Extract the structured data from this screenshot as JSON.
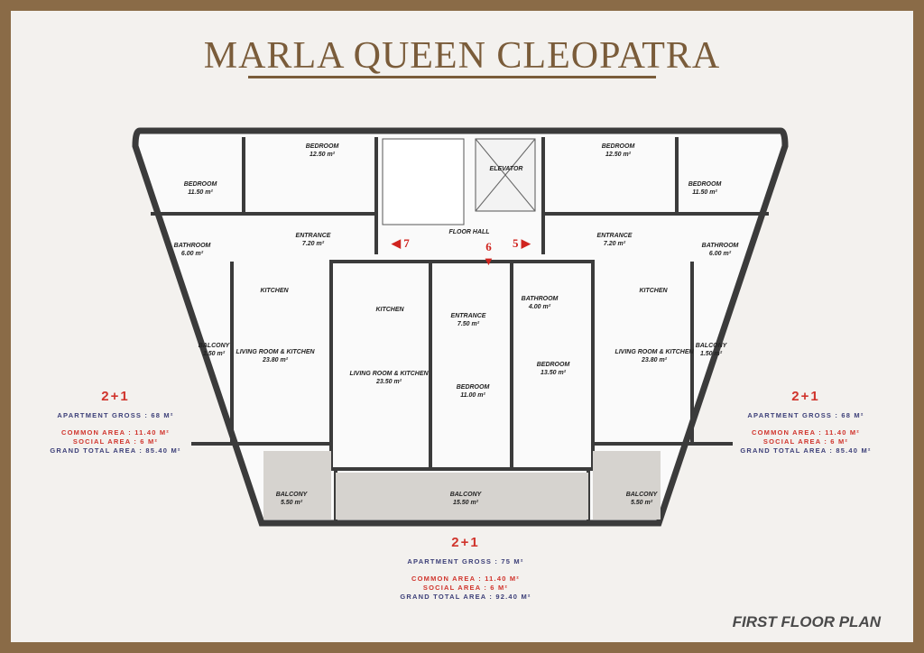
{
  "title": "MARLA QUEEN CLEOPATRA",
  "footer": "FIRST FLOOR PLAN",
  "rooms": {
    "l_bed1": {
      "name": "BEDROOM",
      "area": "11.50 m²"
    },
    "l_bed2": {
      "name": "BEDROOM",
      "area": "12.50 m²"
    },
    "l_ent": {
      "name": "ENTRANCE",
      "area": "7.20 m²"
    },
    "l_bath": {
      "name": "BATHROOM",
      "area": "6.00 m²"
    },
    "l_kit": {
      "name": "KITCHEN"
    },
    "l_liv": {
      "name": "LIVING ROOM & KITCHEN",
      "area": "23.80 m²"
    },
    "l_bal1": {
      "name": "BALCONY",
      "area": "1.50 m²"
    },
    "l_bal2": {
      "name": "BALCONY",
      "area": "5.50 m²"
    },
    "hall": {
      "name": "FLOOR HALL"
    },
    "elev": {
      "name": "ELEVATOR"
    },
    "m_kit": {
      "name": "KITCHEN"
    },
    "m_liv": {
      "name": "LIVING ROOM & KITCHEN",
      "area": "23.50 m²"
    },
    "m_ent": {
      "name": "ENTRANCE",
      "area": "7.50 m²"
    },
    "m_bath": {
      "name": "BATHROOM",
      "area": "4.00 m²"
    },
    "m_bed1": {
      "name": "BEDROOM",
      "area": "11.00 m²"
    },
    "m_bed2": {
      "name": "BEDROOM",
      "area": "13.50 m²"
    },
    "m_bal": {
      "name": "BALCONY",
      "area": "15.50 m²"
    },
    "r_bed2": {
      "name": "BEDROOM",
      "area": "12.50 m²"
    },
    "r_bed1": {
      "name": "BEDROOM",
      "area": "11.50 m²"
    },
    "r_ent": {
      "name": "ENTRANCE",
      "area": "7.20 m²"
    },
    "r_bath": {
      "name": "BATHROOM",
      "area": "6.00 m²"
    },
    "r_kit": {
      "name": "KITCHEN"
    },
    "r_liv": {
      "name": "LIVING ROOM & KITCHEN",
      "area": "23.80 m²"
    },
    "r_bal1": {
      "name": "BALCONY",
      "area": "1.50 m²"
    },
    "r_bal2": {
      "name": "BALCONY",
      "area": "5.50 m²"
    }
  },
  "doors": {
    "left": "7",
    "middle": "6",
    "right": "5"
  },
  "units": {
    "left": {
      "type": "2+1",
      "gross": "APARTMENT GROSS : 68 M²",
      "common": "COMMON AREA : 11.40 M²",
      "social": "SOCIAL AREA : 6 M²",
      "total": "GRAND TOTAL AREA : 85.40 M²"
    },
    "right": {
      "type": "2+1",
      "gross": "APARTMENT GROSS : 68 M²",
      "common": "COMMON AREA : 11.40 M²",
      "social": "SOCIAL AREA : 6 M²",
      "total": "GRAND TOTAL AREA : 85.40 M²"
    },
    "middle": {
      "type": "2+1",
      "gross": "APARTMENT GROSS : 75 M²",
      "common": "COMMON AREA : 11.40 M²",
      "social": "SOCIAL AREA : 6 M²",
      "total": "GRAND TOTAL AREA : 92.40 M²"
    }
  }
}
